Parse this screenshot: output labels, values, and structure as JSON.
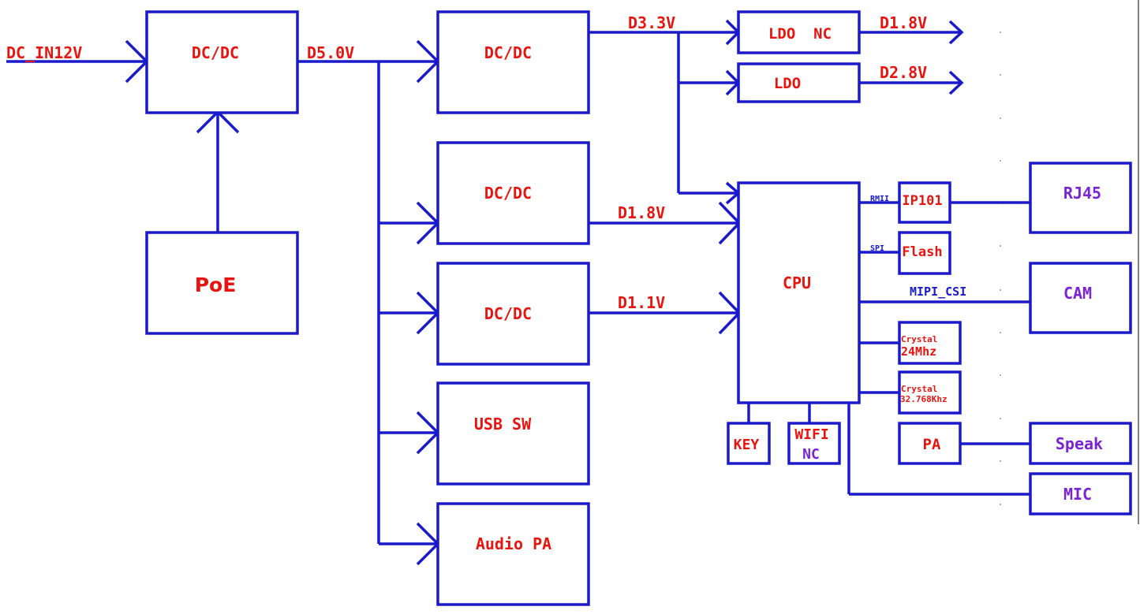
{
  "diagram": {
    "colors": {
      "line": "#1a1acc",
      "label": "#e8140f",
      "peripheral": "#7a22d6"
    },
    "boxes": {
      "dcdc_main": "DC/DC",
      "poe": "PoE",
      "dcdc_33": "DC/DC",
      "dcdc_18": "DC/DC",
      "dcdc_11": "DC/DC",
      "usb_sw": "USB SW",
      "audio_pa": "Audio PA",
      "ldo_nc": "LDO  NC",
      "ldo": "LDO",
      "cpu": "CPU",
      "ip101": "IP101",
      "flash": "Flash",
      "crystal_24_line1": "Crystal",
      "crystal_24_line2": "24Mhz",
      "crystal_32_line1": "Crystal",
      "crystal_32_line2": "32.768Khz",
      "key": "KEY",
      "wifi_line1": "WIFI",
      "wifi_line2": "NC",
      "pa": "PA",
      "rj45": "RJ45",
      "cam": "CAM",
      "speak": "Speak",
      "mic": "MIC"
    },
    "nets": {
      "dc_in": "DC_IN12V",
      "d50": "D5.0V",
      "d33": "D3.3V",
      "d18_ldo": "D1.8V",
      "d28": "D2.8V",
      "d18_cpu": "D1.8V",
      "d11": "D1.1V",
      "rmii": "RMII",
      "spi": "SPI",
      "mipi": "MIPI_CSI"
    }
  }
}
